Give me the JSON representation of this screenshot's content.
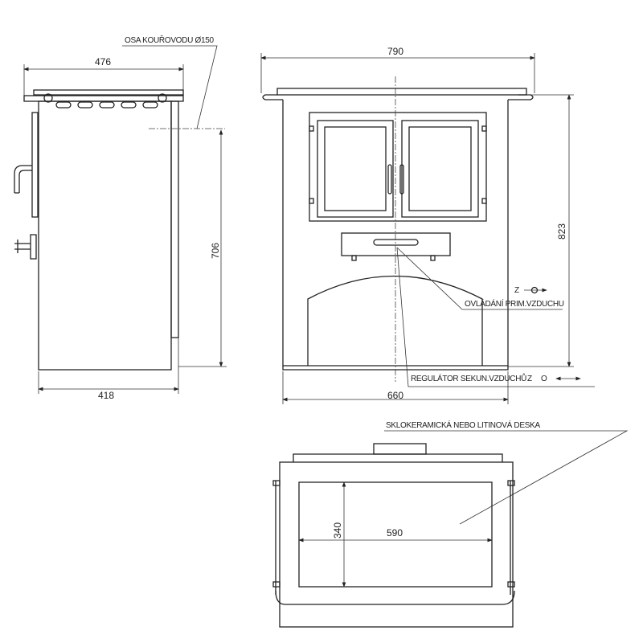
{
  "side_view": {
    "flue_axis_label": "OSA KOUŘOVODU Ø150",
    "width_top": "476",
    "height": "706",
    "depth": "418"
  },
  "front_view": {
    "width_top": "790",
    "height": "823",
    "width_body": "660",
    "primary_air_label": "OVLÁDÁNÍ PRIM.VZDUCHU",
    "primary_air_z": "Z",
    "secondary_air_label": "REGULÁTOR SEKUN.VZDUCHŮ",
    "secondary_air_z": "Z",
    "secondary_air_o": "O"
  },
  "top_view": {
    "plate_label": "SKLOKERAMICKÁ NEBO LITINOVÁ DESKA",
    "plate_height": "340",
    "plate_width": "590"
  }
}
